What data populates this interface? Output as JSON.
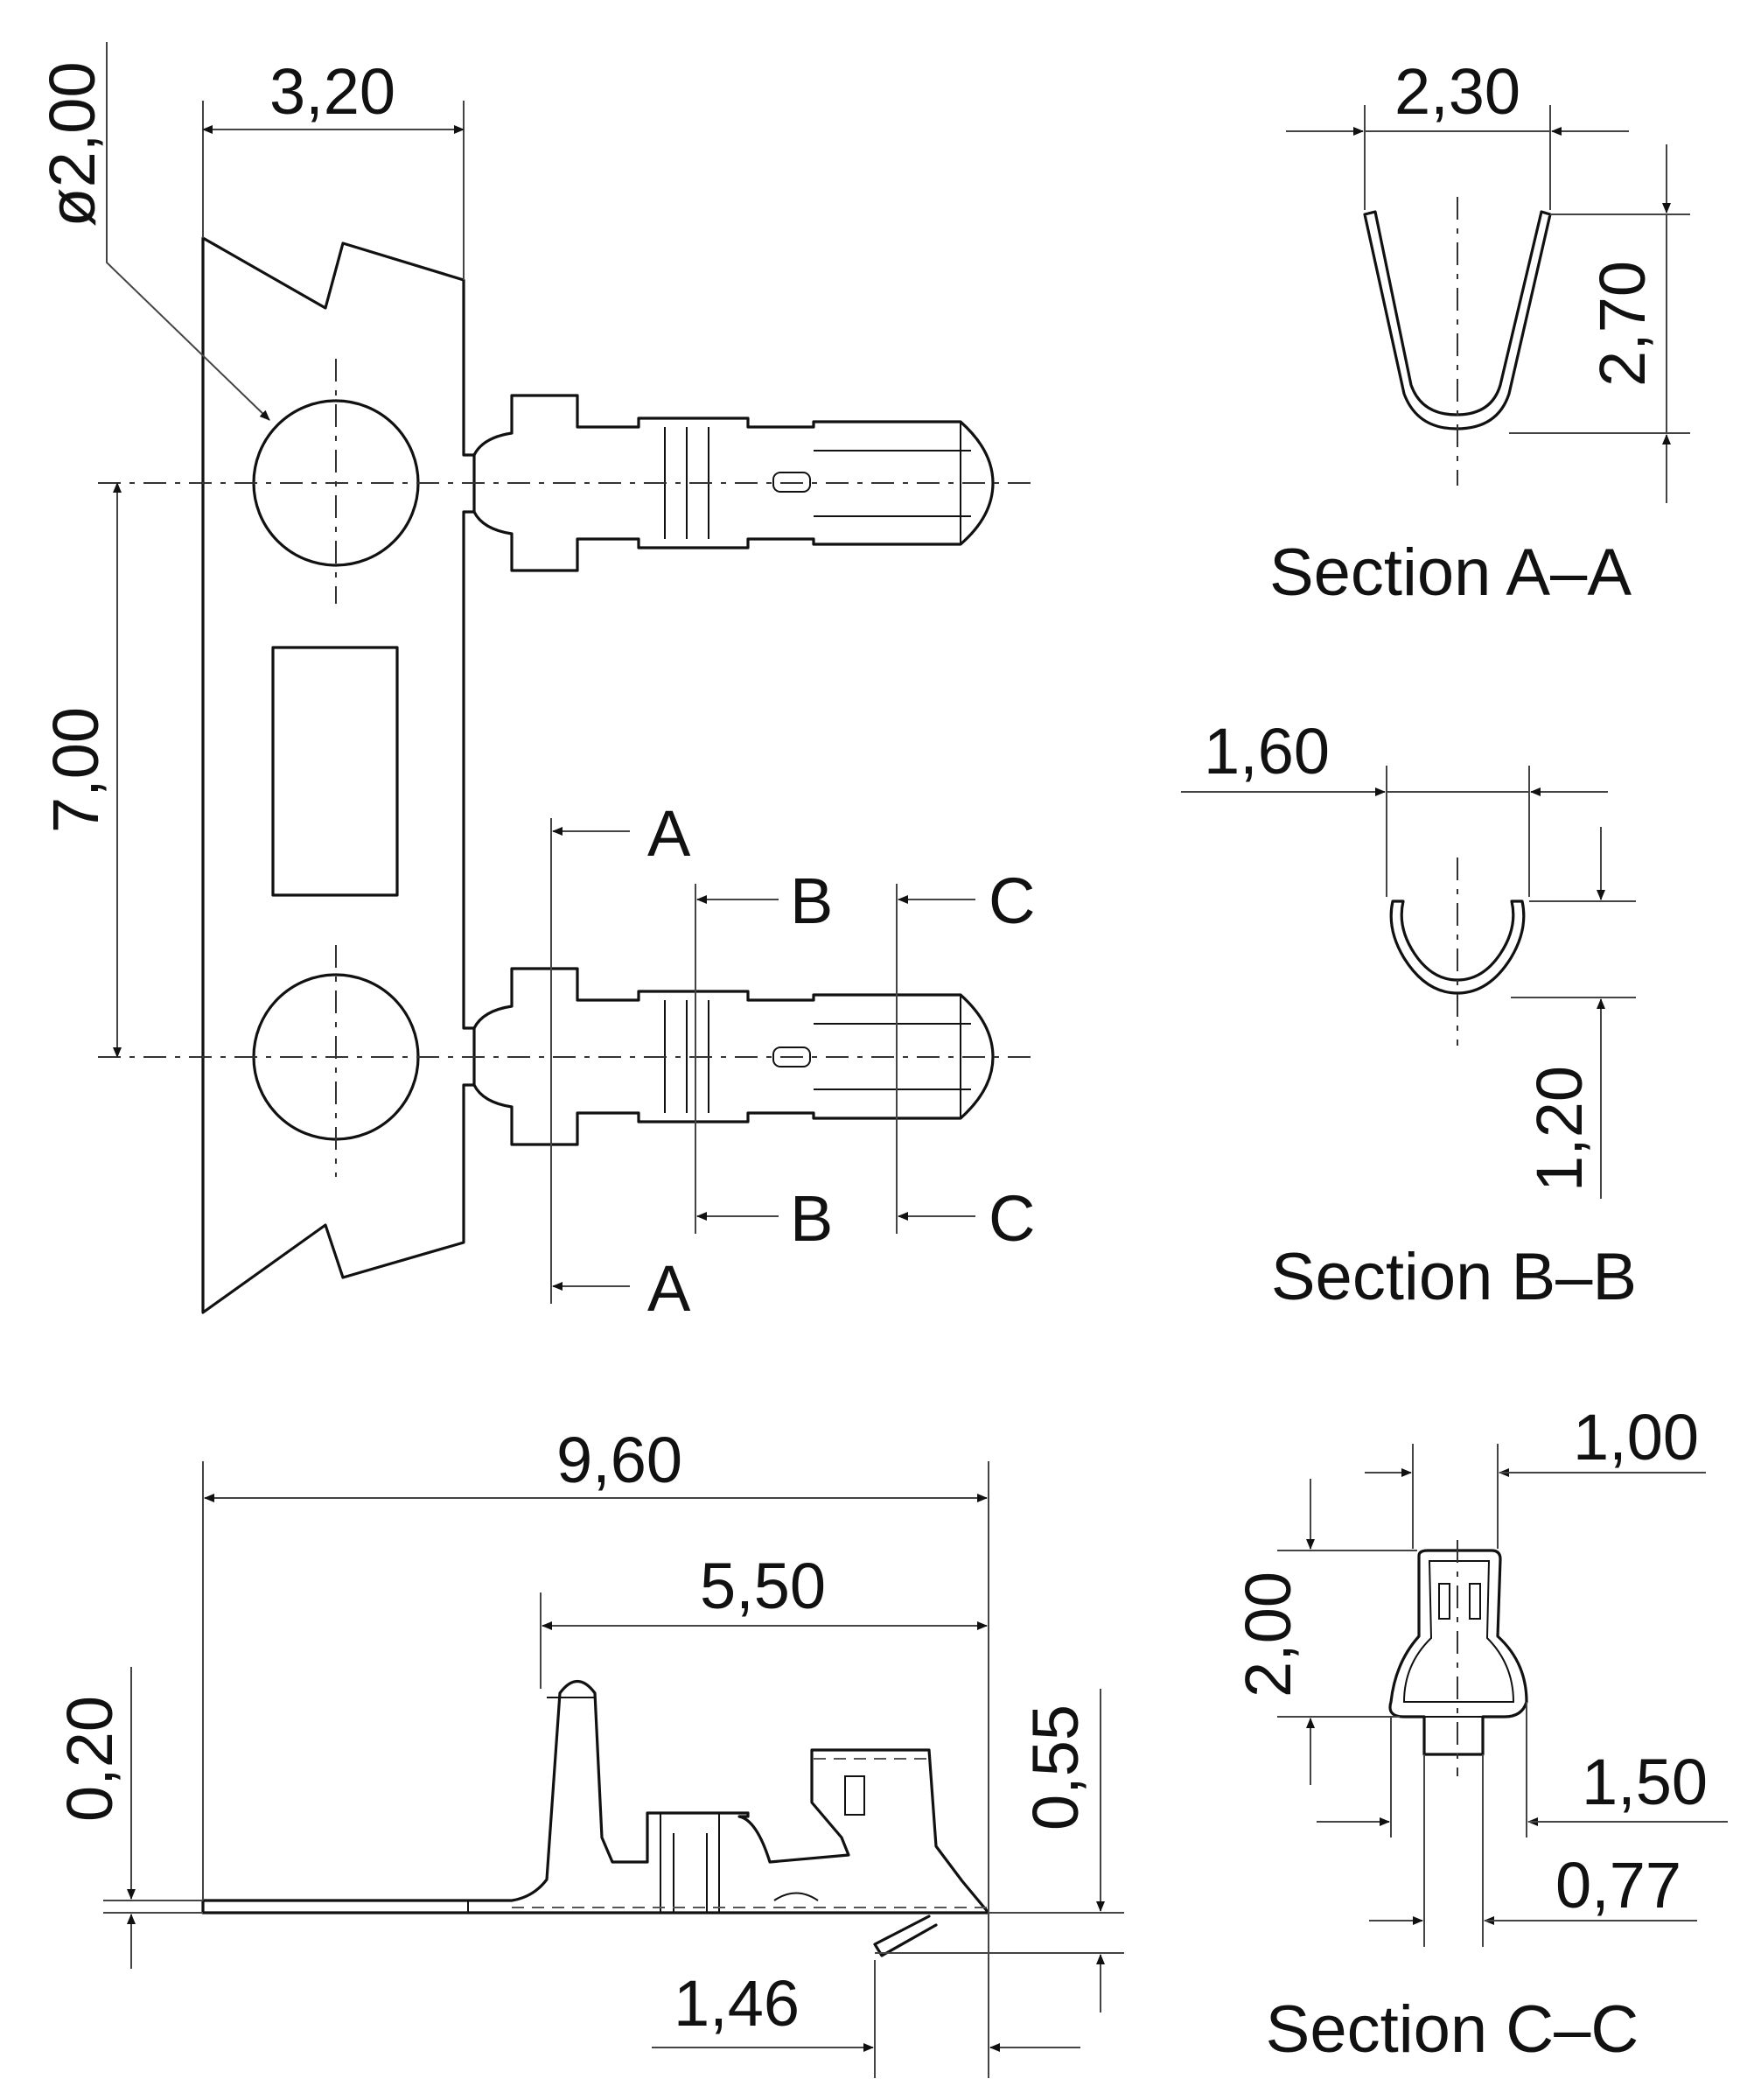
{
  "dimensions": {
    "d_hole": "ø2,00",
    "w_320": "3,20",
    "h_700": "7,00",
    "w_960": "9,60",
    "w_550": "5,50",
    "h_020": "0,20",
    "h_055": "0,55",
    "w_146": "1,46",
    "a_w": "2,30",
    "a_h": "2,70",
    "b_w": "1,60",
    "b_h": "1,20",
    "c_w1": "1,00",
    "c_h": "2,00",
    "c_w2": "1,50",
    "c_w3": "0,77"
  },
  "cut_labels": {
    "a": "A",
    "b": "B",
    "c": "C"
  },
  "sections": {
    "aa": "Section A–A",
    "bb": "Section B–B",
    "cc": "Section C–C"
  }
}
